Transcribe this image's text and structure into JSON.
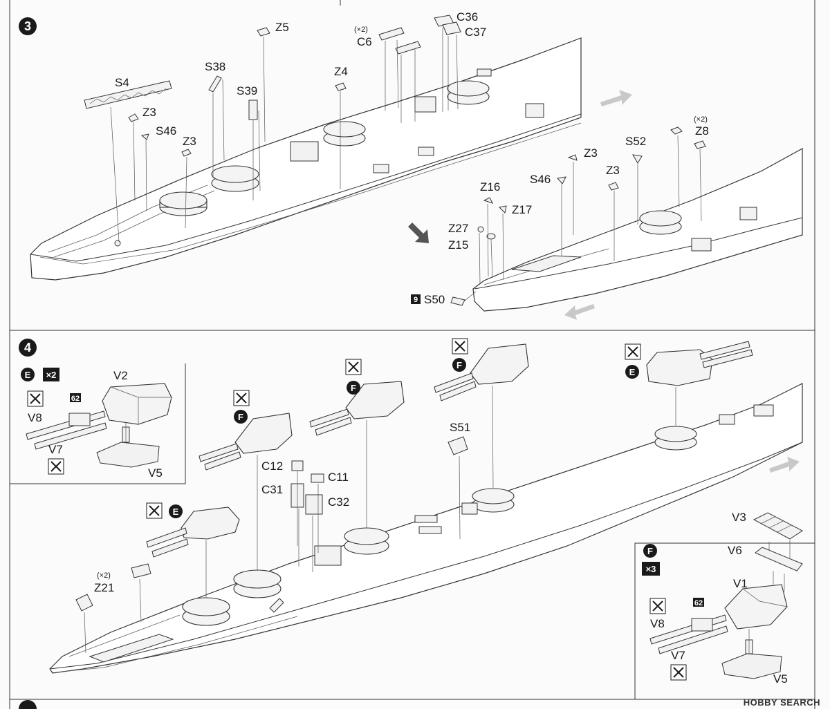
{
  "step3": {
    "number": "3",
    "labels": {
      "s4": "S4",
      "z3a": "Z3",
      "s46a": "S46",
      "z3b": "Z3",
      "s38": "S38",
      "s39": "S39",
      "z5": "Z5",
      "z4": "Z4",
      "x2a": "(×2)",
      "c6": "C6",
      "c36": "C36",
      "c37": "C37",
      "x2b": "(×2)",
      "z8": "Z8",
      "s52": "S52",
      "z3c": "Z3",
      "z3d": "Z3",
      "s46b": "S46",
      "z16": "Z16",
      "z17": "Z17",
      "z27": "Z27",
      "z15": "Z15",
      "s50_badge": "9",
      "s50": "S50"
    }
  },
  "step4": {
    "number": "4",
    "inset": {
      "badge_e": "E",
      "x2": "×2",
      "v2": "V2",
      "v8": "V8",
      "badge62": "62",
      "v7": "V7",
      "v5": "V5"
    },
    "labels": {
      "badge_f1": "F",
      "badge_f2": "F",
      "badge_f3": "F",
      "badge_e2": "E",
      "badge_e3": "E",
      "s51": "S51",
      "c12": "C12",
      "c11": "C11",
      "c31": "C31",
      "c32": "C32",
      "x2": "(×2)",
      "z21": "Z21"
    },
    "inset2": {
      "badge_f": "F",
      "x3": "×3",
      "v3": "V3",
      "v6": "V6",
      "v1": "V1",
      "v8": "V8",
      "badge62": "62",
      "v7": "V7",
      "v5": "V5"
    }
  },
  "footer": {
    "watermark": "HOBBY SEARCH"
  }
}
